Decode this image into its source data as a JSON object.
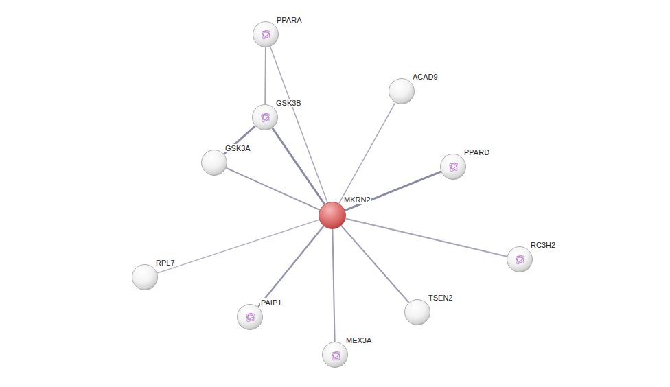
{
  "diagram": {
    "nodes": [
      {
        "text": [
          "PPARA"
        ]
      },
      {
        "text": [
          "ACAD9"
        ]
      },
      {
        "text": [
          "GSK3B"
        ]
      },
      {
        "text": [
          "PPARD"
        ]
      },
      {
        "text": [
          "GSK3A"
        ]
      },
      {
        "text": [
          "MKRN2"
        ]
      },
      {
        "text": [
          "RC3H2"
        ]
      },
      {
        "text": [
          "RPL7"
        ]
      },
      {
        "text": [
          "PAIP1"
        ]
      },
      {
        "text": [
          "TSEN2"
        ]
      },
      {
        "text": [
          "MEX3A"
        ]
      }
    ],
    "edges": [
      {
        "from": 5,
        "to": 0,
        "arrow": "none"
      },
      {
        "from": 5,
        "to": 1,
        "arrow": "none"
      },
      {
        "from": 5,
        "to": 2,
        "arrow": "none"
      },
      {
        "from": 5,
        "to": 3,
        "arrow": "none"
      },
      {
        "from": 5,
        "to": 4,
        "arrow": "none"
      },
      {
        "from": 5,
        "to": 6,
        "arrow": "none"
      },
      {
        "from": 5,
        "to": 7,
        "arrow": "none"
      },
      {
        "from": 5,
        "to": 8,
        "arrow": "none"
      },
      {
        "from": 5,
        "to": 9,
        "arrow": "none"
      },
      {
        "from": 5,
        "to": 10,
        "arrow": "none"
      },
      {
        "from": 0,
        "to": 2,
        "arrow": "none"
      },
      {
        "from": 4,
        "to": 2,
        "arrow": "none"
      }
    ]
  }
}
